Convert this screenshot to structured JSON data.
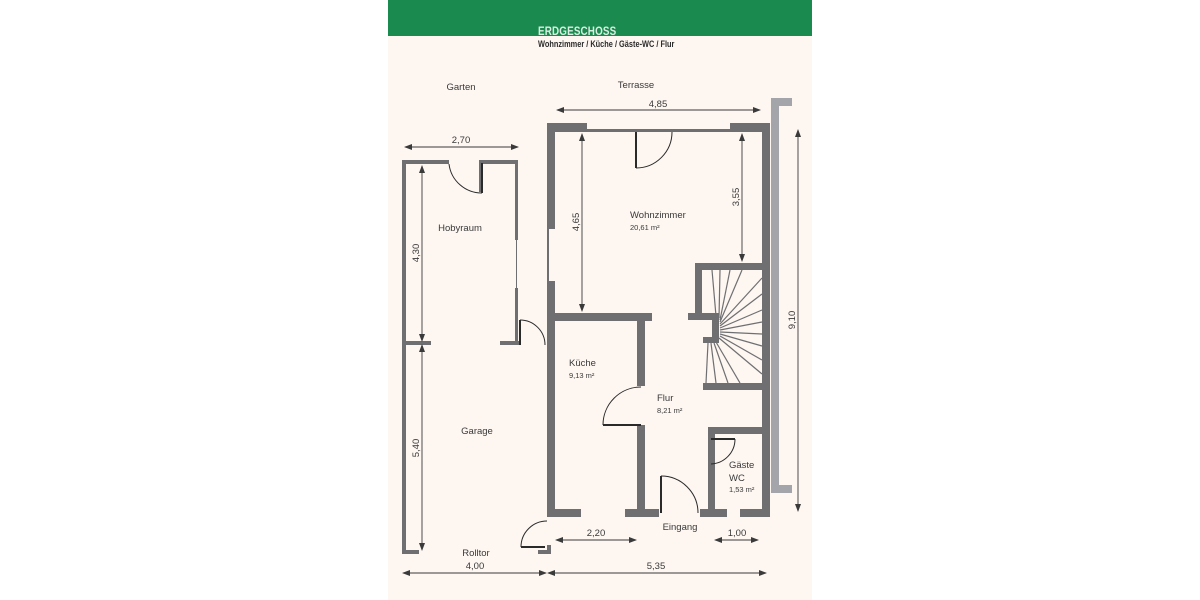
{
  "header": {
    "title": "ERDGESCHOSS",
    "subtitle": "Wohnzimmer / Küche / Gäste-WC / Flur",
    "banner_color": "#1a8a4e"
  },
  "outside_labels": {
    "garden": "Garten",
    "terrace": "Terrasse",
    "entrance": "Eingang",
    "roller_door": "Rolltor"
  },
  "rooms": [
    {
      "name": "Hobyraum",
      "area": ""
    },
    {
      "name": "Garage",
      "area": ""
    },
    {
      "name": "Wohnzimmer",
      "area": "20,61 m²"
    },
    {
      "name": "Küche",
      "area": "9,13 m²"
    },
    {
      "name": "Flur",
      "area": "8,21 m²"
    },
    {
      "name": "Gäste",
      "name2": "WC",
      "area": "1,53 m²"
    }
  ],
  "dimensions": {
    "hobby_width": "2,70",
    "hobby_depth": "4,30",
    "garage_depth": "5,40",
    "garage_width": "4,00",
    "house_width_top": "4,85",
    "living_depth_left": "4,65",
    "living_depth_right": "3,55",
    "house_depth": "9,10",
    "kitchen_width": "2,20",
    "wc_width": "1,00",
    "house_width_bottom": "5,35"
  },
  "colors": {
    "wall": "#6f6f72",
    "neighbor_wall": "#a4a4ab",
    "background": "#fdf6f1",
    "line": "#3a3a3a"
  }
}
